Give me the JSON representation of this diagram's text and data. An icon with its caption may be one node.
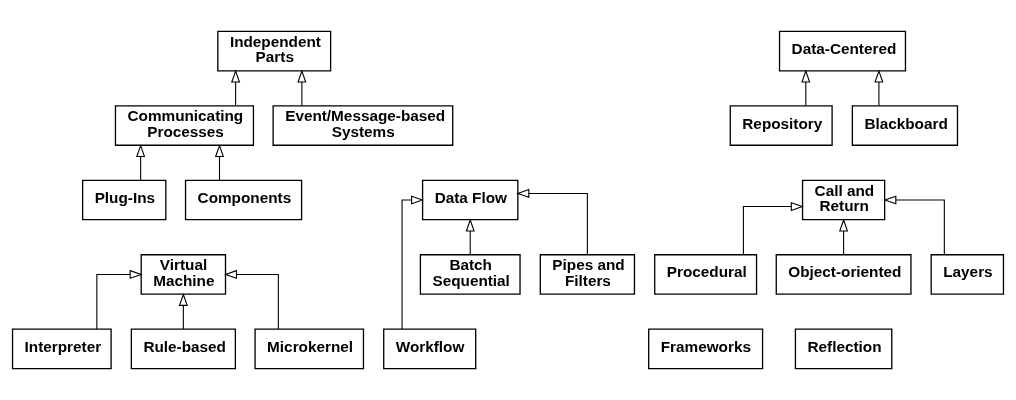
{
  "diagram": {
    "nodes": [
      {
        "text": [
          "Independent Parts"
        ]
      },
      {
        "text": [
          "Communicating Processes"
        ]
      },
      {
        "text": [
          "Event/Message-based Systems"
        ]
      },
      {
        "text": [
          "Plug-Ins"
        ]
      },
      {
        "text": [
          "Components"
        ]
      },
      {
        "text": [
          "Data Flow"
        ]
      },
      {
        "text": [
          "Batch Sequential"
        ]
      },
      {
        "text": [
          "Pipes and Filters"
        ]
      },
      {
        "text": [
          "Workflow"
        ]
      },
      {
        "text": [
          "Data-Centered"
        ]
      },
      {
        "text": [
          "Repository"
        ]
      },
      {
        "text": [
          "Blackboard"
        ]
      },
      {
        "text": [
          "Call and Return"
        ]
      },
      {
        "text": [
          "Procedural"
        ]
      },
      {
        "text": [
          "Object-oriented"
        ]
      },
      {
        "text": [
          "Layers"
        ]
      },
      {
        "text": [
          "Frameworks"
        ]
      },
      {
        "text": [
          "Reflection"
        ]
      },
      {
        "text": [
          "Virtual Machine"
        ]
      },
      {
        "text": [
          "Interpreter"
        ]
      },
      {
        "text": [
          "Rule-based"
        ]
      },
      {
        "text": [
          "Microkernel"
        ]
      }
    ],
    "edges": [
      {
        "from": 1,
        "to": 0,
        "arrow": "to"
      },
      {
        "from": 2,
        "to": 0,
        "arrow": "to"
      },
      {
        "from": 3,
        "to": 1,
        "arrow": "to"
      },
      {
        "from": 4,
        "to": 1,
        "arrow": "to"
      },
      {
        "from": 6,
        "to": 5,
        "arrow": "to"
      },
      {
        "from": 7,
        "to": 5,
        "arrow": "to"
      },
      {
        "from": 8,
        "to": 5,
        "arrow": "to"
      },
      {
        "from": 10,
        "to": 9,
        "arrow": "to"
      },
      {
        "from": 11,
        "to": 9,
        "arrow": "to"
      },
      {
        "from": 13,
        "to": 12,
        "arrow": "to"
      },
      {
        "from": 14,
        "to": 12,
        "arrow": "to"
      },
      {
        "from": 15,
        "to": 12,
        "arrow": "to"
      },
      {
        "from": 19,
        "to": 18,
        "arrow": "to"
      },
      {
        "from": 20,
        "to": 18,
        "arrow": "to"
      },
      {
        "from": 21,
        "to": 18,
        "arrow": "to"
      }
    ]
  }
}
